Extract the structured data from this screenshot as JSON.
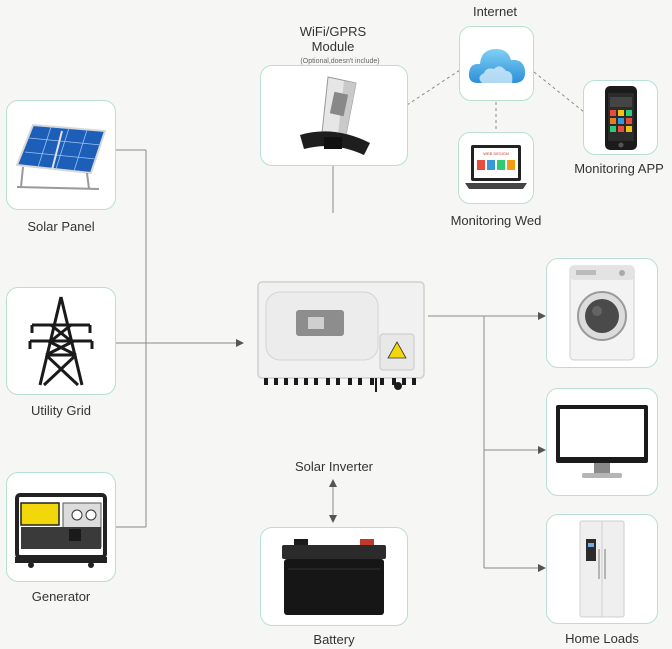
{
  "sources": {
    "solar_panel": "Solar Panel",
    "utility_grid": "Utility Grid",
    "generator": "Generator"
  },
  "comm": {
    "module_line1": "WiFi/GPRS",
    "module_line2": "Module",
    "module_note": "(Optional,doesn't include)",
    "internet": "Internet",
    "monitoring_web": "Monitoring Wed",
    "monitoring_app": "Monitoring APP",
    "laptop_screen_text": "WEB DESIGN"
  },
  "center": {
    "inverter": "Solar Inverter",
    "battery": "Battery"
  },
  "loads": {
    "label": "Home Loads"
  },
  "colors": {
    "box_border": "#b9dfd2",
    "line": "#8a8a8a",
    "background": "#f6f6f4"
  }
}
